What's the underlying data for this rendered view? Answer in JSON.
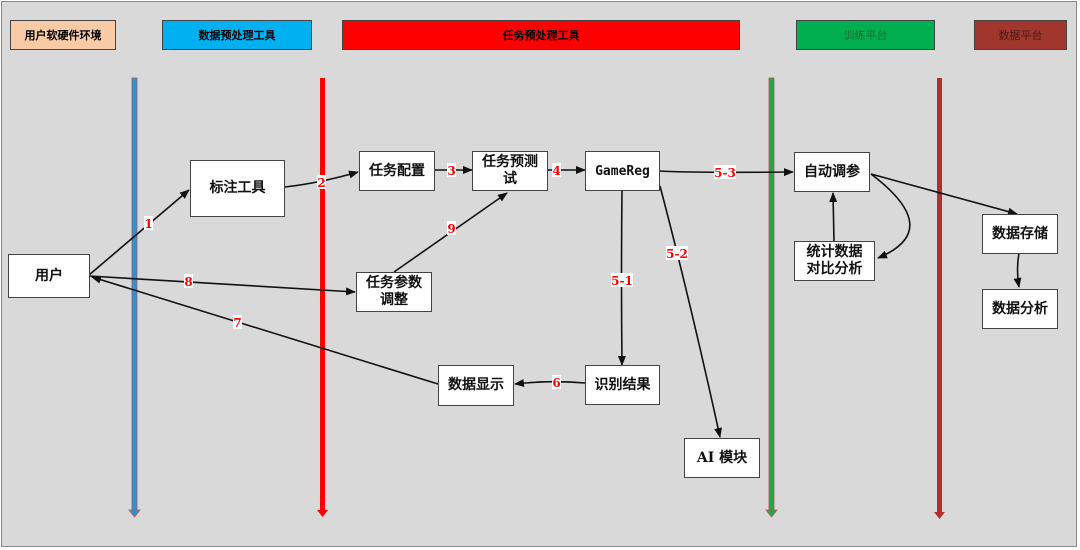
{
  "lanes": [
    {
      "id": "user-env",
      "label": "用户软硬件环境",
      "bg": "#f8cba6",
      "text": "#222222",
      "line": null
    },
    {
      "id": "data-prep",
      "label": "数据预处理工具",
      "bg": "#00b0f0",
      "text": "#222222",
      "line": "#1f9ad6"
    },
    {
      "id": "task-prep",
      "label": "任务预处理工具",
      "bg": "#ff0000",
      "text": "#222222",
      "line": "#ff0000"
    },
    {
      "id": "train",
      "label": "训练平台",
      "bg": "#00b050",
      "text": "#1f6b33",
      "line": "#1fa84a"
    },
    {
      "id": "data-platform",
      "label": "数据平台",
      "bg": "#a0362e",
      "text": "#4a1a16",
      "line": "#b03030"
    }
  ],
  "nodes": {
    "user": "用户",
    "annotate": "标注工具",
    "task_config": "任务配置",
    "task_pretest": "任务预测\n试",
    "gamereg": "GameReg",
    "auto_tune": "自动调参",
    "stats": "统计数据\n对比分析",
    "param_adjust": "任务参数\n调整",
    "recog_result": "识别结果",
    "data_display": "数据显示",
    "ai_module": "AI 模块",
    "data_store": "数据存储",
    "data_analysis": "数据分析"
  },
  "edges": [
    {
      "from": "user",
      "to": "annotate",
      "label": "1"
    },
    {
      "from": "annotate",
      "to": "task_config",
      "label": "2"
    },
    {
      "from": "task_config",
      "to": "task_pretest",
      "label": "3"
    },
    {
      "from": "task_pretest",
      "to": "gamereg",
      "label": "4"
    },
    {
      "from": "gamereg",
      "to": "recog_result",
      "label": "5-1"
    },
    {
      "from": "gamereg",
      "to": "ai_module",
      "label": "5-2"
    },
    {
      "from": "gamereg",
      "to": "auto_tune",
      "label": "5-3"
    },
    {
      "from": "recog_result",
      "to": "data_display",
      "label": "6"
    },
    {
      "from": "data_display",
      "to": "user",
      "label": "7"
    },
    {
      "from": "user",
      "to": "param_adjust",
      "label": "8"
    },
    {
      "from": "param_adjust",
      "to": "task_pretest",
      "label": "9"
    },
    {
      "from": "auto_tune",
      "to": "stats",
      "label": ""
    },
    {
      "from": "stats",
      "to": "auto_tune",
      "label": ""
    },
    {
      "from": "auto_tune",
      "to": "data_store",
      "label": ""
    },
    {
      "from": "data_store",
      "to": "data_analysis",
      "label": ""
    }
  ]
}
